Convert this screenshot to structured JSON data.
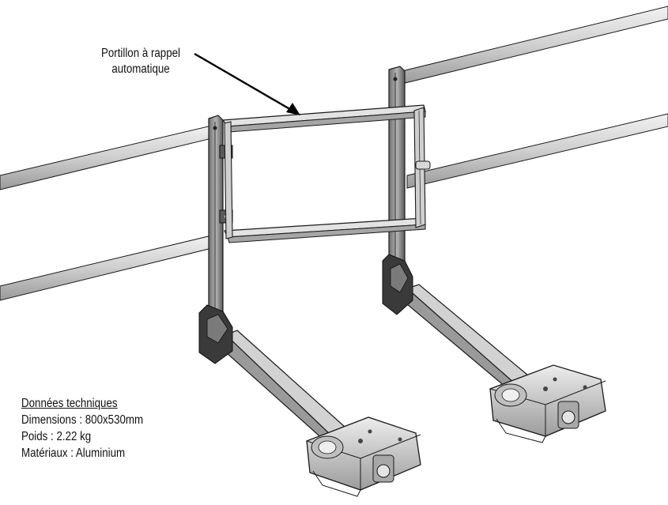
{
  "callout": {
    "line1": "Portillon à rappel",
    "line2": "automatique"
  },
  "specs": {
    "heading": "Données techniques",
    "dimensions": "Dimensions : 800x530mm",
    "weight": "Poids : 2.22 kg",
    "material": "Matériaux : Aluminium"
  },
  "colors": {
    "line": "#1a1a1a",
    "rail_fill": "#d9d9d9",
    "post_fill": "#8a8a8a",
    "base_fill": "#c8c8c8",
    "dark_fill": "#2e2e2e"
  }
}
